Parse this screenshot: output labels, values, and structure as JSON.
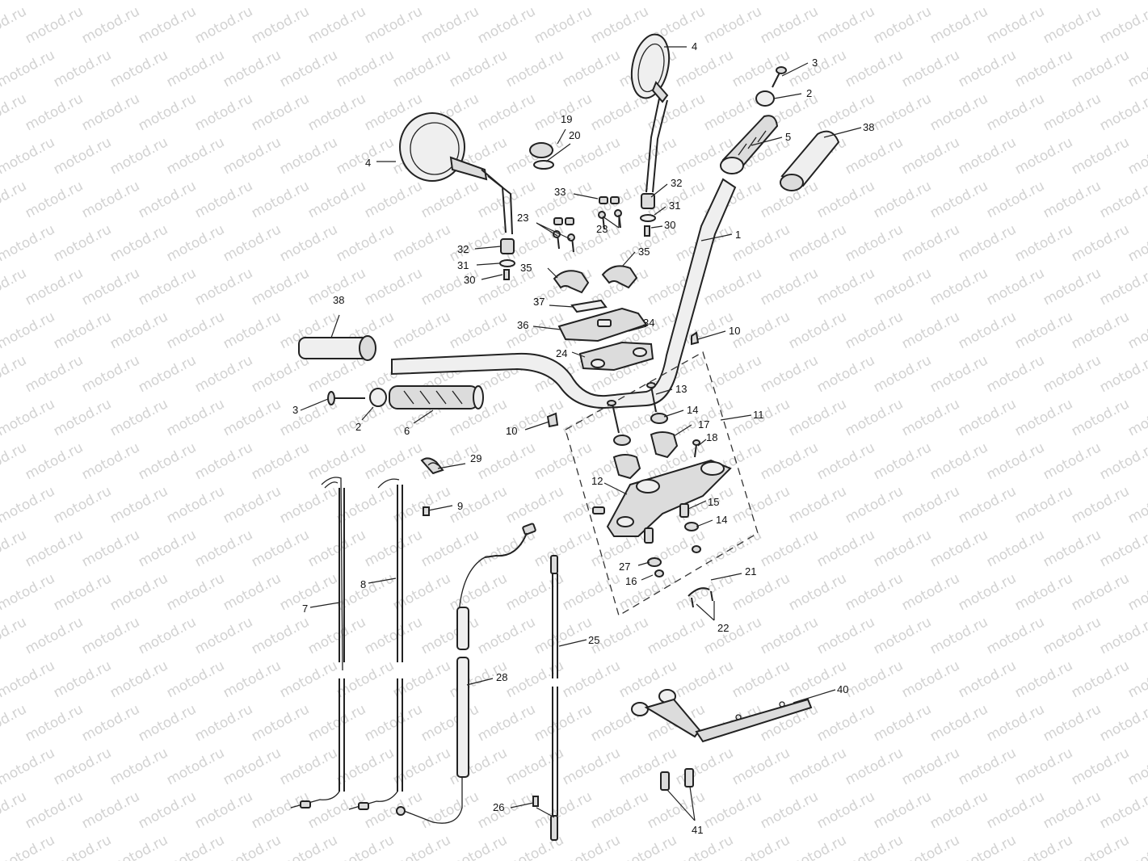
{
  "watermark": "motod.ru",
  "callouts": {
    "c1": "1",
    "c2a": "2",
    "c2b": "2",
    "c3a": "3",
    "c3b": "3",
    "c4a": "4",
    "c4b": "4",
    "c5": "5",
    "c6": "6",
    "c7": "7",
    "c8": "8",
    "c9": "9",
    "c10a": "10",
    "c10b": "10",
    "c11": "11",
    "c12": "12",
    "c13": "13",
    "c14a": "14",
    "c14b": "14",
    "c15": "15",
    "c16": "16",
    "c17": "17",
    "c18": "18",
    "c19": "19",
    "c20": "20",
    "c21": "21",
    "c22": "22",
    "c23a": "23",
    "c23b": "23",
    "c24": "24",
    "c25": "25",
    "c26": "26",
    "c27": "27",
    "c28": "28",
    "c29": "29",
    "c30a": "30",
    "c30b": "30",
    "c31a": "31",
    "c31b": "31",
    "c32a": "32",
    "c32b": "32",
    "c33": "33",
    "c34": "34",
    "c35a": "35",
    "c35b": "35",
    "c36": "36",
    "c37": "37",
    "c38a": "38",
    "c38b": "38",
    "c40": "40",
    "c41": "41"
  }
}
